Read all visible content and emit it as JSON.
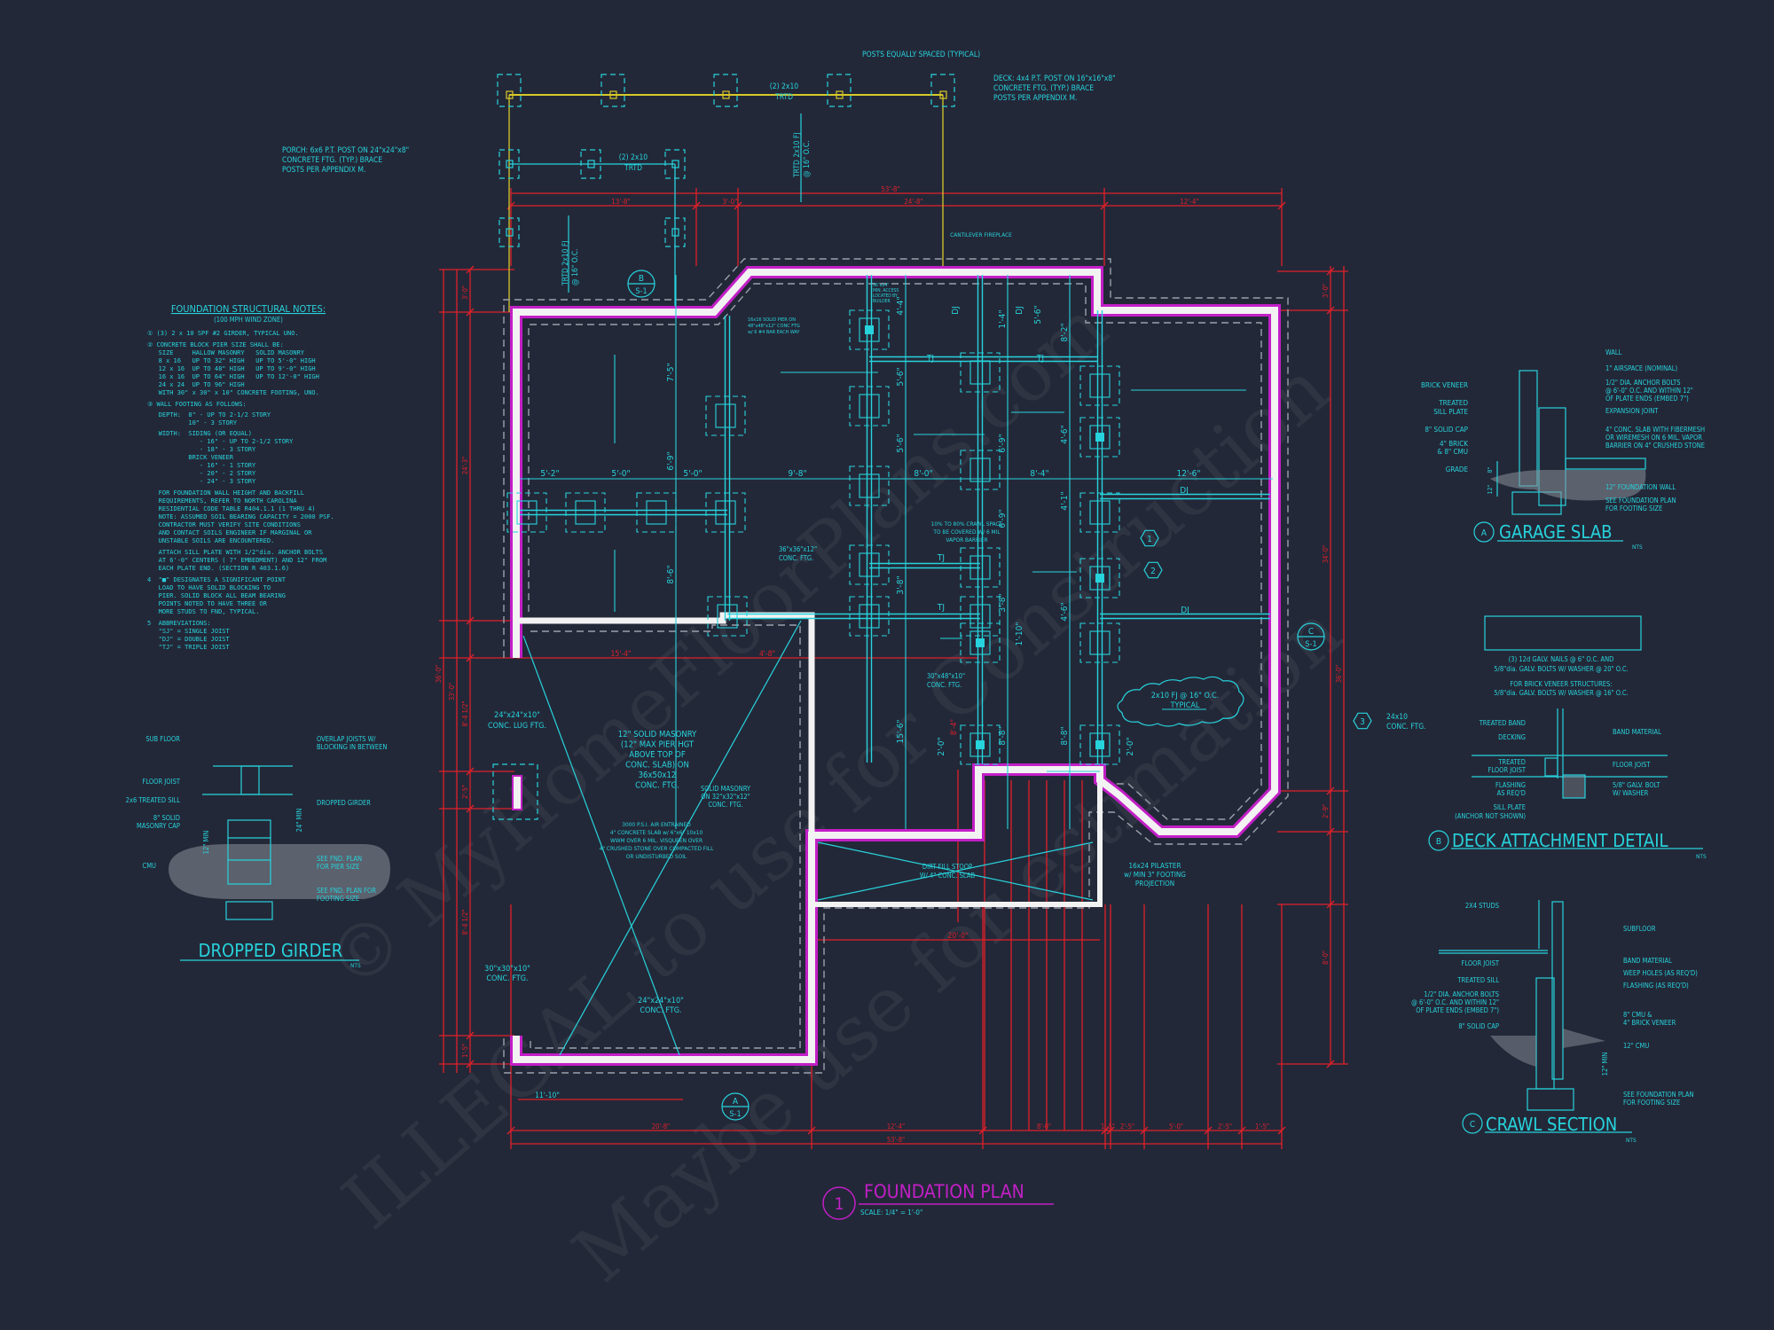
{
  "colors": {
    "background": "#232838",
    "cyan": "#27d3dc",
    "red": "#e0202a",
    "magenta": "#c21fc6",
    "wall": "#f2f2f2",
    "deck_beam": "#d8c928",
    "footing_dash": "#9aa0aa"
  },
  "title": {
    "number": "1",
    "label": "FOUNDATION PLAN",
    "scale": "SCALE: 1/4\" = 1'-0\""
  },
  "watermarks": [
    "© MyHomeFloorPlans.com",
    "ILLEGAL to use for Construction",
    "Maybe use for estimation"
  ],
  "notes": {
    "heading": "FOUNDATION STRUCTURAL NOTES:",
    "subheading": "(100 MPH WIND ZONE)",
    "lines": [
      "① (3) 2 x 10 SPF #2 GIRDER, TYPICAL UNO.",
      "② CONCRETE BLOCK PIER SIZE SHALL BE:",
      "   SIZE     HALLOW MASONRY   SOLID MASONRY",
      "   8 x 16   UP TO 32\" HIGH   UP TO 5'-0\" HIGH",
      "   12 x 16  UP TO 48\" HIGH   UP TO 9'-0\" HIGH",
      "   16 x 16  UP TO 64\" HIGH   UP TO 12'-0\" HIGH",
      "   24 x 24  UP TO 96\" HIGH",
      "   WITH 30\" x 30\" x 10\" CONCRETE FOOTING, UNO.",
      "③ WALL FOOTING AS FOLLOWS:",
      "   DEPTH:  8\" - UP TO 2-1/2 STORY",
      "           10\" - 3 STORY",
      "   WIDTH:  SIDING (OR EQUAL)",
      "              - 16\" - UP TO 2-1/2 STORY",
      "              - 18\" - 3 STORY",
      "           BRICK VENEER",
      "              - 16\" - 1 STORY",
      "              - 20\" - 2 STORY",
      "              - 24\" - 3 STORY",
      "   FOR FOUNDATION WALL HEIGHT AND BACKFILL",
      "   REQUIREMENTS, REFER TO NORTH CAROLINA",
      "   RESIDENTIAL CODE TABLE R404.1.1 (1 THRU 4)",
      "   NOTE: ASSUMED SOIL BEARING CAPACITY = 2000 PSF.",
      "   CONTRACTOR MUST VERIFY SITE CONDITIONS",
      "   AND CONTACT SOILS ENGINEER IF MARGINAL OR",
      "   UNSTABLE SOILS ARE ENCOUNTERED.",
      "   ATTACH SILL PLATE WITH 1/2\"dia. ANCHOR BOLTS",
      "   AT 6'-0\" CENTERS ( 7\" EMBEDMENT) AND 12\" FROM",
      "   EACH PLATE END. (SECTION R 403.1.6)",
      "4  \"■\" DESIGNATES A SIGNIFICANT POINT",
      "   LOAD TO HAVE SOLID BLOCKING TO",
      "   PIER. SOLID BLOCK ALL BEAM BEARING",
      "   POINTS NOTED TO HAVE THREE OR",
      "   MORE STUDS TO FND, TYPICAL.",
      "5  ABBREVIATIONS:",
      "   \"SJ\" = SINGLE JOIST",
      "   \"DJ\" = DOUBLE JOIST",
      "   \"TJ\" = TRIPLE JOIST"
    ]
  },
  "callouts": {
    "posts_equally": "POSTS EQUALLY SPACED (TYPICAL)",
    "deck": [
      "DECK: 4x4 P.T. POST ON 16\"x16\"x8\"",
      "CONCRETE FTG. (TYP.) BRACE",
      "POSTS PER APPENDIX M."
    ],
    "porch": [
      "PORCH: 6x6 P.T. POST ON 24\"x24\"x8\"",
      "CONCRETE FTG. (TYP.) BRACE",
      "POSTS PER APPENDIX M."
    ],
    "deck_beam": [
      "(2) 2x10",
      "TRTD"
    ],
    "porch_beam": [
      "(2) 2x10",
      "TRTD"
    ],
    "deck_joist": [
      "TRTD 2x10 FJ",
      "@ 16\" O.C."
    ],
    "porch_joist": [
      "TRTD 2x10 FJ",
      "@ 16\" O.C."
    ],
    "fireplace": "CANTILEVER FIREPLACE",
    "pier_note": [
      "16x16 SOLID PIER ON",
      "48\"x48\"x12\" CONC FTG",
      "w/ 6 #4 BAR EACH WAY"
    ],
    "access": [
      "36\"x24\"",
      "MIN. ACCESS",
      "LOCATED BY",
      "BUILDER"
    ],
    "crawl": [
      "10% TO 80% CRAWL SPACE",
      "TO BE COVERED W/ 6 MIL",
      "VAPOR BARRIER"
    ],
    "ftg_36": [
      "36\"x36\"x12\"",
      "CONC. FTG."
    ],
    "ftg_30x48": [
      "30\"x48\"x10\"",
      "CONC. FTG."
    ],
    "typical_fj": [
      "2x10 FJ @ 16\" O.C.",
      "TYPICAL"
    ],
    "ftg_24x10": [
      "24x10",
      "CONC. FTG."
    ],
    "lug_ftg": [
      "24\"x24\"x10\"",
      "CONC. LUG FTG."
    ],
    "solid_masonry_12": [
      "12\" SOLID MASONRY",
      "(12\" MAX PIER HGT",
      "ABOVE TOP OF",
      "CONC. SLAB) ON",
      "36x50x12",
      "CONC. FTG."
    ],
    "solid_masonry_32": [
      "SOLID MASONRY",
      "ON 32\"x32\"x12\"",
      "CONC. FTG."
    ],
    "slab": [
      "3000 P.S.I. AIR ENTRAINED",
      "4\" CONCRETE SLAB w/ 6\"x6\" 10x10",
      "WWM OVER 6 MIL. VISQUEEN OVER",
      "4\" CRUSHED STONE OVER COMPACTED FILL",
      "OR UNDISTURBED SOIL"
    ],
    "stoop": [
      "DIRT FILL STOOP",
      "W/ 4\" CONC. SLAB"
    ],
    "pilaster": [
      "16x24 PILASTER",
      "w/ MIN 3\" FOOTING",
      "PROJECTION"
    ],
    "ftg_30x30": [
      "30\"x30\"x10\"",
      "CONC. FTG."
    ],
    "ftg_24x24": [
      "24\"x24\"x10\"",
      "CONC. FTG."
    ],
    "joists": [
      "DJ",
      "DJ",
      "TJ",
      "TJ",
      "DJ",
      "DJ",
      "TJ",
      "TJ"
    ],
    "markers": [
      "1",
      "2",
      "3"
    ],
    "sections": [
      {
        "letter": "B",
        "sheet": "S-1"
      },
      {
        "letter": "C",
        "sheet": "S-1"
      },
      {
        "letter": "A",
        "sheet": "S-1"
      }
    ]
  },
  "dimensions": {
    "top": [
      "53'-8\"",
      "13'-8\"",
      "3'-0\"",
      "24'-8\"",
      "12'-4\""
    ],
    "bottom": [
      "20'-8\"",
      "12'-4\"",
      "8'-0\"",
      "1'-5\"",
      "2'-5\"",
      "5'-0\"",
      "2'-5\"",
      "1'-5\"",
      "53'-8\""
    ],
    "left": [
      "36'-0\"",
      "33'-0\"",
      "3'-0\"",
      "24'-3\"",
      "8'-4 1/2\"",
      "2'-5\"",
      "8'-4 1/2\"",
      "1'-5\""
    ],
    "right": [
      "3'-0\"",
      "34'-0\"",
      "36'-0\"",
      "2'-9\"",
      "8'-0\""
    ],
    "garage": [
      "15'-4\"",
      "4'-8\"",
      "8'-4\"",
      "20'-0\"",
      "11'-10\""
    ],
    "interior_h": [
      "5'-2\"",
      "5'-0\"",
      "5'-0\"",
      "9'-8\"",
      "8'-0\"",
      "8'-4\"",
      "12'-6\""
    ],
    "interior_v": [
      "7'-5\"",
      "6'-9\"",
      "8'-6\"",
      "4'-4\"",
      "5'-6\"",
      "5'-6\"",
      "3'-8\"",
      "1'-4\"",
      "5'-6\"",
      "6'-9\"",
      "6'-9\"",
      "8'-2\"",
      "4'-6\"",
      "4'-1\"",
      "4'-6\"",
      "3'-8\"",
      "1'-10\"",
      "15'-6\"",
      "8'-8\"",
      "8'-8\"",
      "2'-0\"",
      "2'-0\""
    ]
  },
  "details": {
    "garage_slab": {
      "letter": "A",
      "title": "GARAGE SLAB",
      "nts": "NTS",
      "left": [
        "BRICK VENEER",
        "TREATED",
        "SILL PLATE",
        "8\" SOLID CAP",
        "4\" BRICK",
        "& 8\" CMU",
        "GRADE"
      ],
      "right": [
        "WALL",
        "1\" AIRSPACE (NOMINAL)",
        "1/2\" DIA. ANCHOR BOLTS",
        "@ 6'-0\" O.C. AND WITHIN 12\"",
        "OF PLATE ENDS (EMBED 7\")",
        "EXPANSION JOINT",
        "4\" CONC. SLAB WITH FIBERMESH",
        "OR WIREMESH ON 6 MIL. VAPOR",
        "BARRIER ON 4\" CRUSHED STONE",
        "12\" FOUNDATION WALL",
        "SEE FOUNDATION PLAN",
        "FOR FOOTING SIZE"
      ],
      "dims": [
        "8\"",
        "12\""
      ]
    },
    "deck_attachment": {
      "letter": "B",
      "title": "DECK ATTACHMENT DETAIL",
      "nts": "NTS",
      "notes": [
        "(3) 12d GALV. NAILS @ 6\" O.C. AND",
        "5/8\"dia. GALV. BOLTS W/ WASHER @ 20\" O.C.",
        "FOR BRICK VENEER STRUCTURES:",
        "5/8\"dia. GALV. BOLTS W/ WASHER @ 16\" O.C."
      ],
      "left": [
        "TREATED BAND",
        "DECKING",
        "TREATED",
        "FLOOR JOIST",
        "FLASHING",
        "AS REQ'D",
        "SILL PLATE",
        "(ANCHOR NOT SHOWN)"
      ],
      "right": [
        "BAND MATERIAL",
        "FLOOR JOIST",
        "5/8\" GALV. BOLT",
        "W/ WASHER"
      ]
    },
    "crawl_section": {
      "letter": "C",
      "title": "CRAWL SECTION",
      "nts": "NTS",
      "left": [
        "2X4 STUDS",
        "FLOOR JOIST",
        "TREATED SILL",
        "1/2\" DIA. ANCHOR BOLTS",
        "@ 6'-0\" O.C. AND WITHIN 12\"",
        "OF PLATE ENDS (EMBED 7\")",
        "8\" SOLID CAP"
      ],
      "right": [
        "SUBFLOOR",
        "BAND MATERIAL",
        "WEEP HOLES (AS REQ'D)",
        "FLASHING (AS REQ'D)",
        "8\" CMU &",
        "4\" BRICK VENEER",
        "12\" CMU",
        "SEE FOUNDATION PLAN",
        "FOR FOOTING SIZE"
      ],
      "dims": [
        "12\" MIN"
      ]
    },
    "dropped_girder": {
      "title": "DROPPED GIRDER",
      "nts": "NTS",
      "left": [
        "SUB FLOOR",
        "FLOOR JOIST",
        "2x6 TREATED SILL",
        "8\" SOLID",
        "MASONRY CAP",
        "CMU"
      ],
      "right": [
        "OVERLAP JOISTS W/",
        "BLOCKING IN BETWEEN",
        "DROPPED GIRDER",
        "SEE FND. PLAN",
        "FOR PIER SIZE",
        "SEE FND. PLAN FOR",
        "FOOTING SIZE"
      ],
      "dims": [
        "24\" MIN",
        "12\" MIN"
      ]
    }
  }
}
